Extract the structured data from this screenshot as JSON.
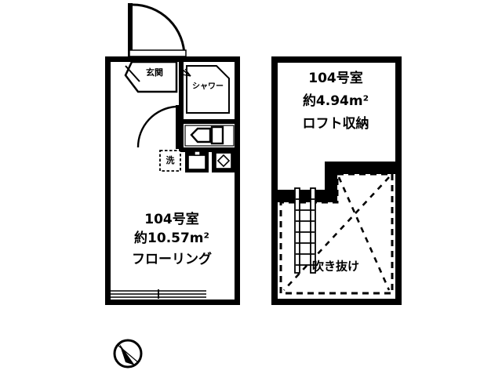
{
  "document": {
    "type": "floor-plan",
    "background_color": "#ffffff",
    "line_color": "#000000"
  },
  "left_unit": {
    "room_number": "104号室",
    "area": "約10.57m²",
    "finish": "フローリング",
    "entrance_label": "玄関",
    "shower_label": "シャワー",
    "washer_label": "洗"
  },
  "right_unit": {
    "room_number": "104号室",
    "area": "約4.94m²",
    "finish": "ロフト収納",
    "void_label": "吹き抜け"
  },
  "fixtures": {
    "toilet": "toilet-fixture",
    "sink": "sink-fixture",
    "vent": "vent-fixture",
    "ladder": "loft-ladder",
    "window": "sliding-window",
    "entrance_door": "entrance-door-swing",
    "bath_door": "bathroom-door-swing"
  },
  "compass": {
    "name": "north-arrow",
    "label": ""
  }
}
